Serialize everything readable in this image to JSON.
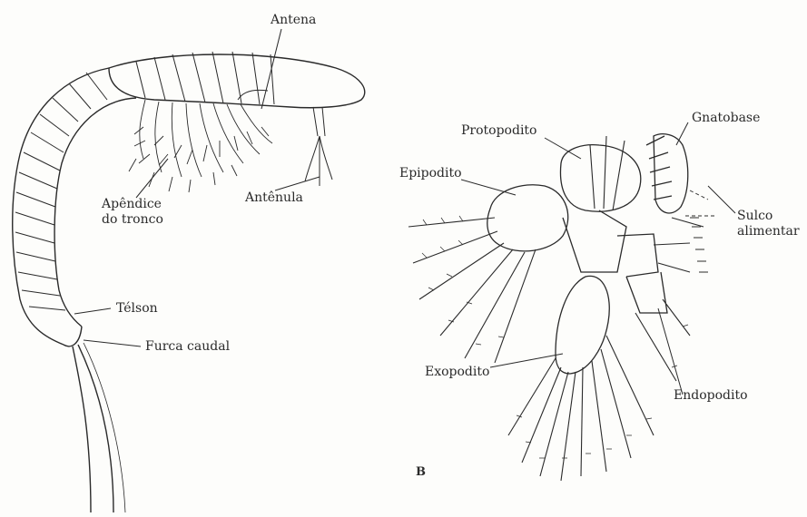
{
  "figure_a": {
    "labels": {
      "antena": "Antena",
      "apendice_line1": "Apêndice",
      "apendice_line2": "do tronco",
      "antenula": "Antênula",
      "telson": "Télson",
      "furca": "Furca caudal"
    }
  },
  "figure_b": {
    "panel_letter": "B",
    "labels": {
      "protopodito": "Protopodito",
      "gnatobase": "Gnatobase",
      "epipodito": "Epipodito",
      "sulco_line1": "Sulco",
      "sulco_line2": "alimentar",
      "exopodito": "Exopodito",
      "endopodito": "Endopodito"
    }
  },
  "colors": {
    "ink": "#2a2a2a",
    "paper": "#fdfdfb"
  }
}
